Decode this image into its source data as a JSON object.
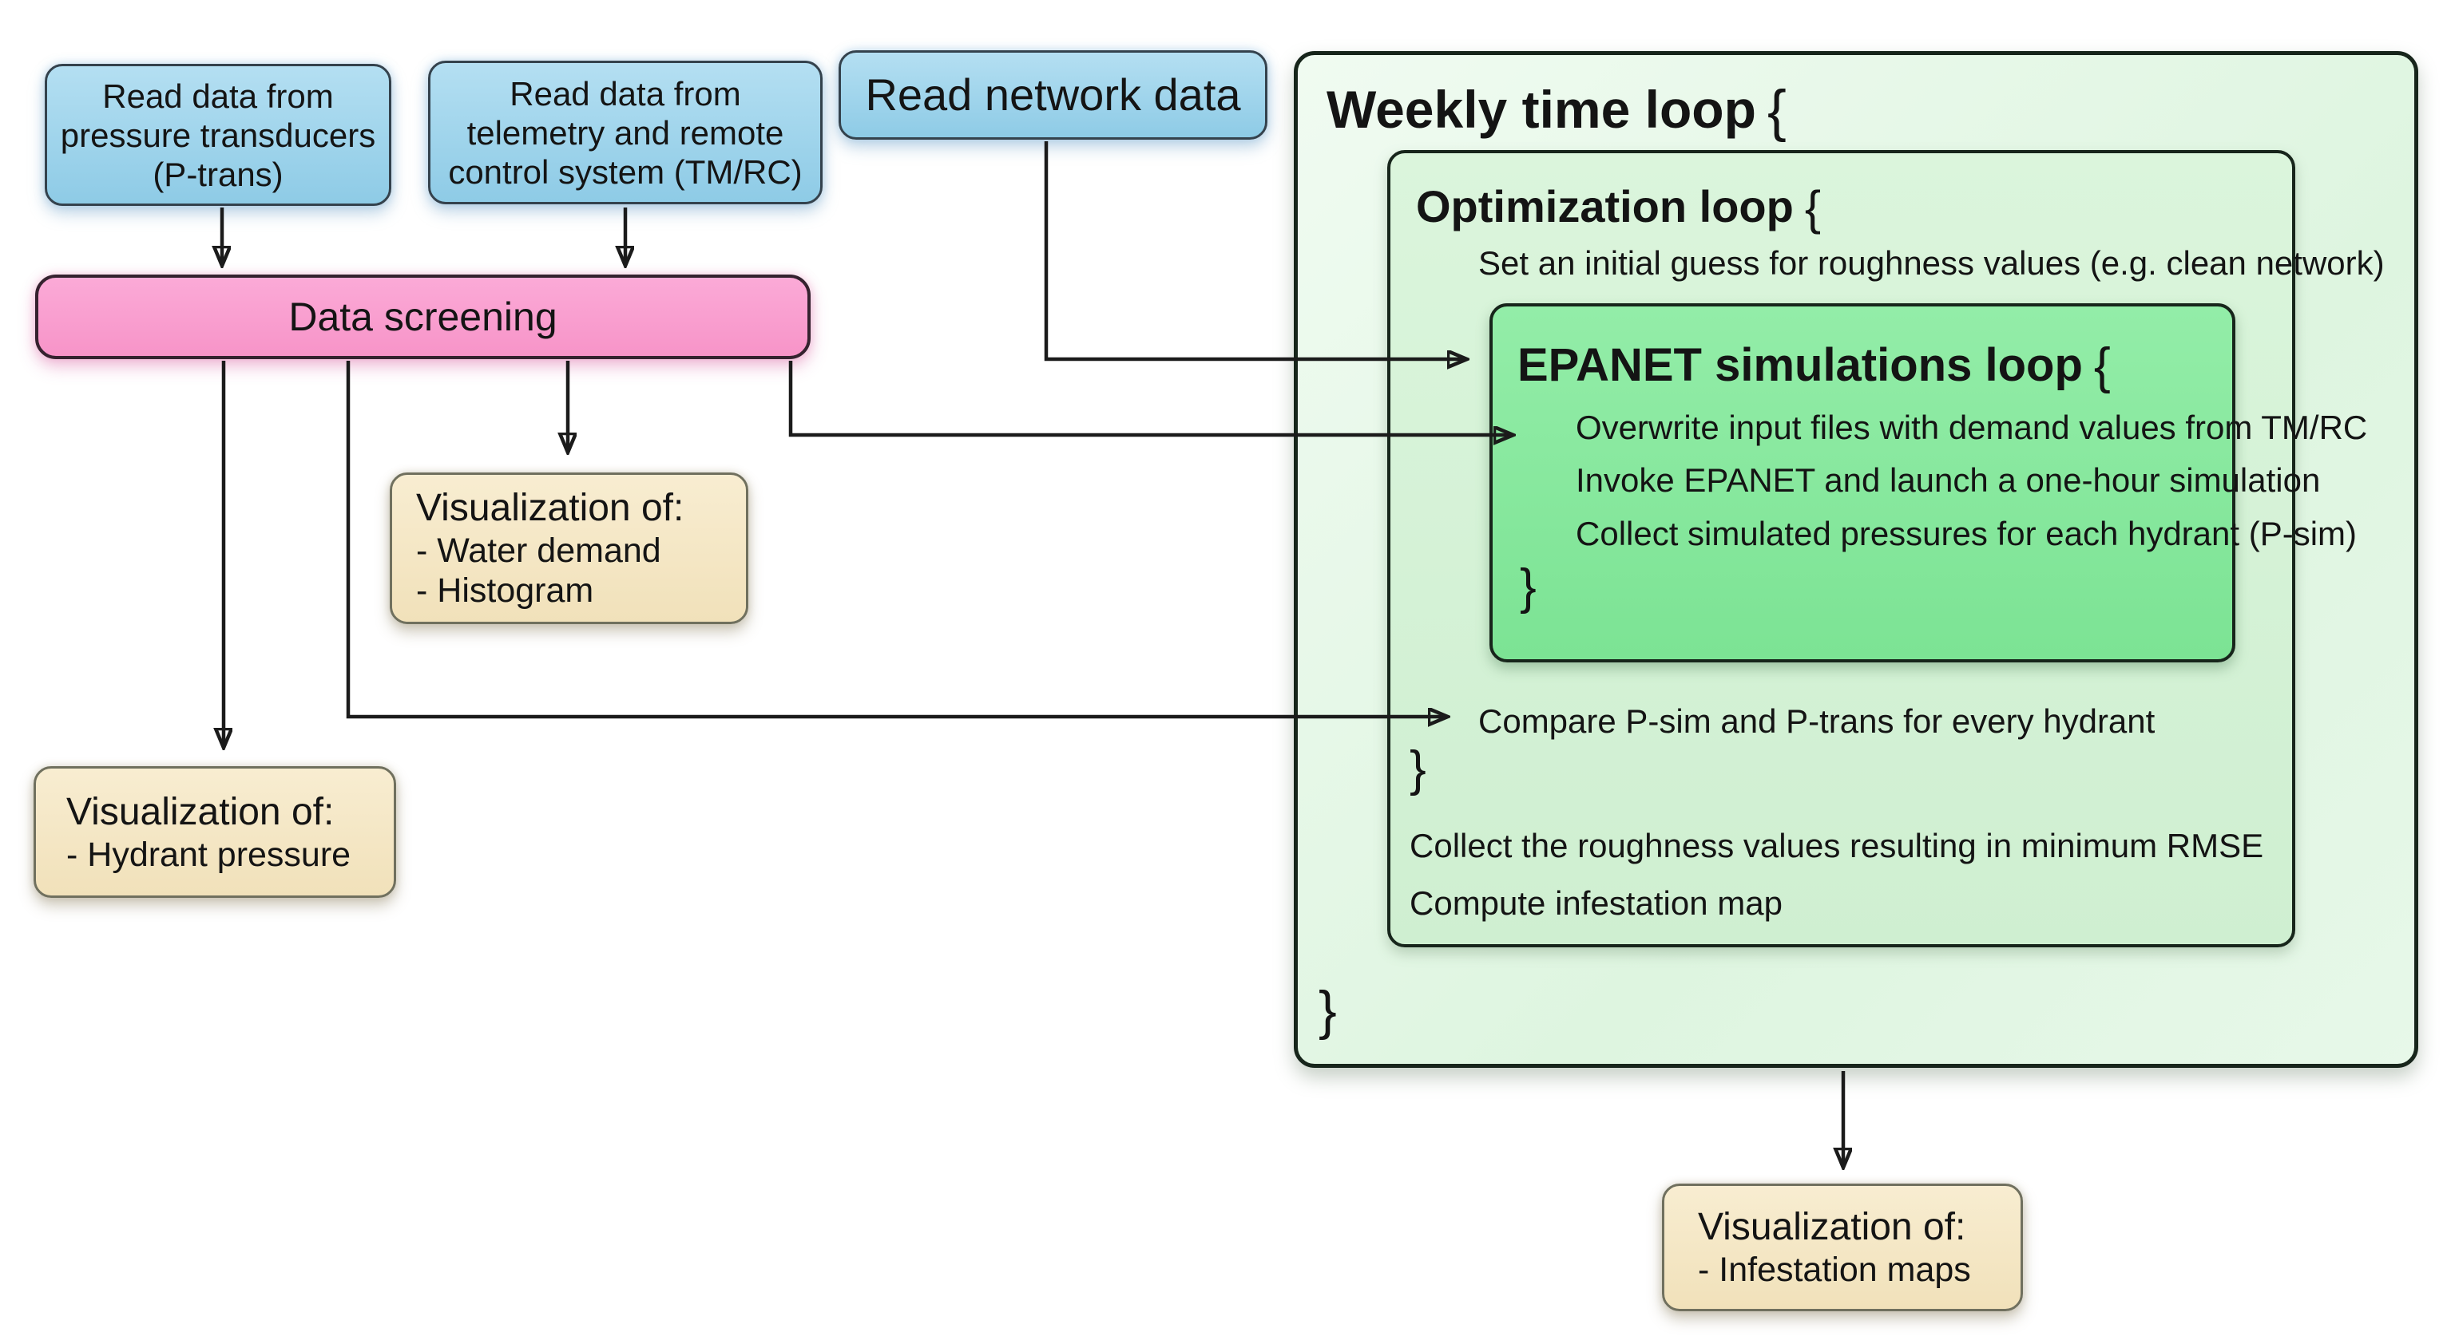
{
  "figure": {
    "description": "Water network calibration workflow diagram"
  },
  "colors": {
    "box_blue_top": "#b4dff2",
    "box_blue_bottom": "#8ecbe6",
    "box_blue_border": "#34424d",
    "box_pink_top": "#fbaad7",
    "box_pink_bottom": "#f794c8",
    "box_pink_border": "#35222f",
    "box_tan_top": "#f8edd1",
    "box_tan_bottom": "#f1e1ba",
    "box_tan_border": "#70705e",
    "loop_outer_bg": "#def5e0",
    "loop_outer_light": "#f0fbf1",
    "loop_mid_top": "#dbf5dc",
    "loop_mid_bottom": "#cfefd1",
    "loop_inner_top": "#93eda8",
    "loop_inner_bottom": "#7ce394",
    "loop_border": "#17251b",
    "arrow": "#1b1b1b"
  },
  "nodes": {
    "read_ptrans": {
      "lines": [
        "Read data from",
        "pressure transducers",
        "(P-trans)"
      ]
    },
    "read_tmrc": {
      "lines": [
        "Read data from",
        "telemetry and remote",
        "control system (TM/RC)"
      ]
    },
    "read_network": {
      "label": "Read network data"
    },
    "data_screening": {
      "label": "Data screening"
    },
    "viz_demand": {
      "title": "Visualization of:",
      "items": [
        "- Water demand",
        "- Histogram"
      ]
    },
    "viz_hydrant": {
      "title": "Visualization of:",
      "items": [
        "- Hydrant pressure"
      ]
    },
    "viz_infestation": {
      "title": "Visualization of:",
      "items": [
        "- Infestation maps"
      ]
    }
  },
  "loops": {
    "weekly": {
      "title": "Weekly time loop",
      "open_brace": "{",
      "close_brace": "}"
    },
    "optimization": {
      "title": "Optimization loop",
      "open_brace": "{",
      "init_line": "Set an initial guess for roughness values (e.g. clean network)",
      "compare_line": "Compare P-sim and P-trans for every hydrant",
      "close_brace": "}",
      "collect_line": "Collect the roughness values resulting in minimum RMSE",
      "compute_line": "Compute infestation map"
    },
    "epanet": {
      "title": "EPANET simulations loop",
      "open_brace": "{",
      "steps": [
        "Overwrite input files with demand values from TM/RC",
        "Invoke EPANET and launch a one-hour simulation",
        "Collect simulated pressures for each hydrant (P-sim)"
      ],
      "close_brace": "}"
    }
  }
}
